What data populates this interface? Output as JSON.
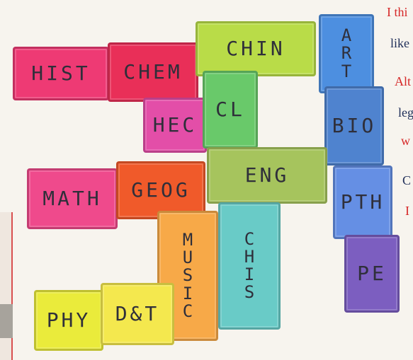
{
  "puzzle": {
    "pieces": [
      {
        "id": "hist",
        "label": "HIST",
        "color": "#ee3a74"
      },
      {
        "id": "chem",
        "label": "CHEM",
        "color": "#e92f58"
      },
      {
        "id": "chin",
        "label": "CHIN",
        "color": "#b9dc48"
      },
      {
        "id": "art",
        "label": "A\nR\nT",
        "color": "#4d8fe0"
      },
      {
        "id": "hec",
        "label": "HEC",
        "color": "#e34ea8"
      },
      {
        "id": "cl",
        "label": "CL",
        "color": "#69c96a"
      },
      {
        "id": "bio",
        "label": "BIO",
        "color": "#4f83cf"
      },
      {
        "id": "math",
        "label": "MATH",
        "color": "#ef4a8c"
      },
      {
        "id": "geog",
        "label": "GEOG",
        "color": "#f05a2a"
      },
      {
        "id": "eng",
        "label": "ENG",
        "color": "#a6c45d"
      },
      {
        "id": "pth",
        "label": "PTH",
        "color": "#658fe4"
      },
      {
        "id": "music",
        "label": "M\nU\nS\nI\nC",
        "color": "#f7a948"
      },
      {
        "id": "chis",
        "label": "C\nH\nI\nS",
        "color": "#69cbc7"
      },
      {
        "id": "pe",
        "label": "PE",
        "color": "#7c5ec0"
      },
      {
        "id": "phy",
        "label": "PHY",
        "color": "#eaeb3b"
      },
      {
        "id": "dt",
        "label": "D&T",
        "color": "#f4e84e"
      }
    ]
  },
  "side_text": {
    "line1": "I thi",
    "line2": "like",
    "line3": "Alt",
    "line4": "leg",
    "line5": "w",
    "line6": "C",
    "line7": "I"
  }
}
